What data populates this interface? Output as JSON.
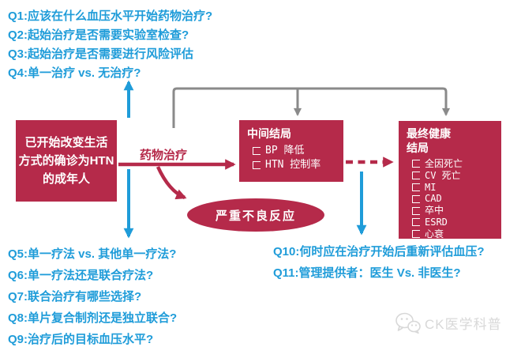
{
  "colors": {
    "accent_blue": "#1F9CD9",
    "accent_crimson": "#B52A4A",
    "connector_gray": "#8A8A8A",
    "watermark_gray": "#D8D8D8"
  },
  "questions": {
    "top_left": [
      "Q1:应该在什么血压水平开始药物治疗?",
      "Q2:起始治疗是否需要实验室检查?",
      "Q3:起始治疗是否需要进行风险评估",
      "Q4:单一治疗 vs. 无治疗?"
    ],
    "bottom_left": [
      "Q5:单一疗法 vs. 其他单一疗法?",
      "Q6:单一疗法还是联合疗法?",
      "Q7:联合治疗有哪些选择?",
      "Q8:单片复合制剂还是独立联合?",
      "Q9:治疗后的目标血压水平?"
    ],
    "bottom_right": [
      "Q10:何时应在治疗开始后重新评估血压?",
      "Q11:管理提供者：医生 Vs. 非医生?"
    ]
  },
  "population_box": {
    "lines": [
      "已开始改变生活",
      "方式的确诊为HTN",
      "的成年人"
    ]
  },
  "drug_therapy_label": "药物治疗",
  "adverse_event_ellipse": "严重不良反应",
  "intermediate_outcomes_box": {
    "title": "中间结局",
    "items": [
      "BP 降低",
      "HTN 控制率"
    ]
  },
  "final_outcomes_box": {
    "title_lines": [
      "最终健康",
      "结局"
    ],
    "items": [
      "全因死亡",
      "CV 死亡",
      "MI",
      "CAD",
      "卒中",
      "ESRD",
      "心衰"
    ]
  },
  "watermark": {
    "text": "CK医学科普"
  }
}
